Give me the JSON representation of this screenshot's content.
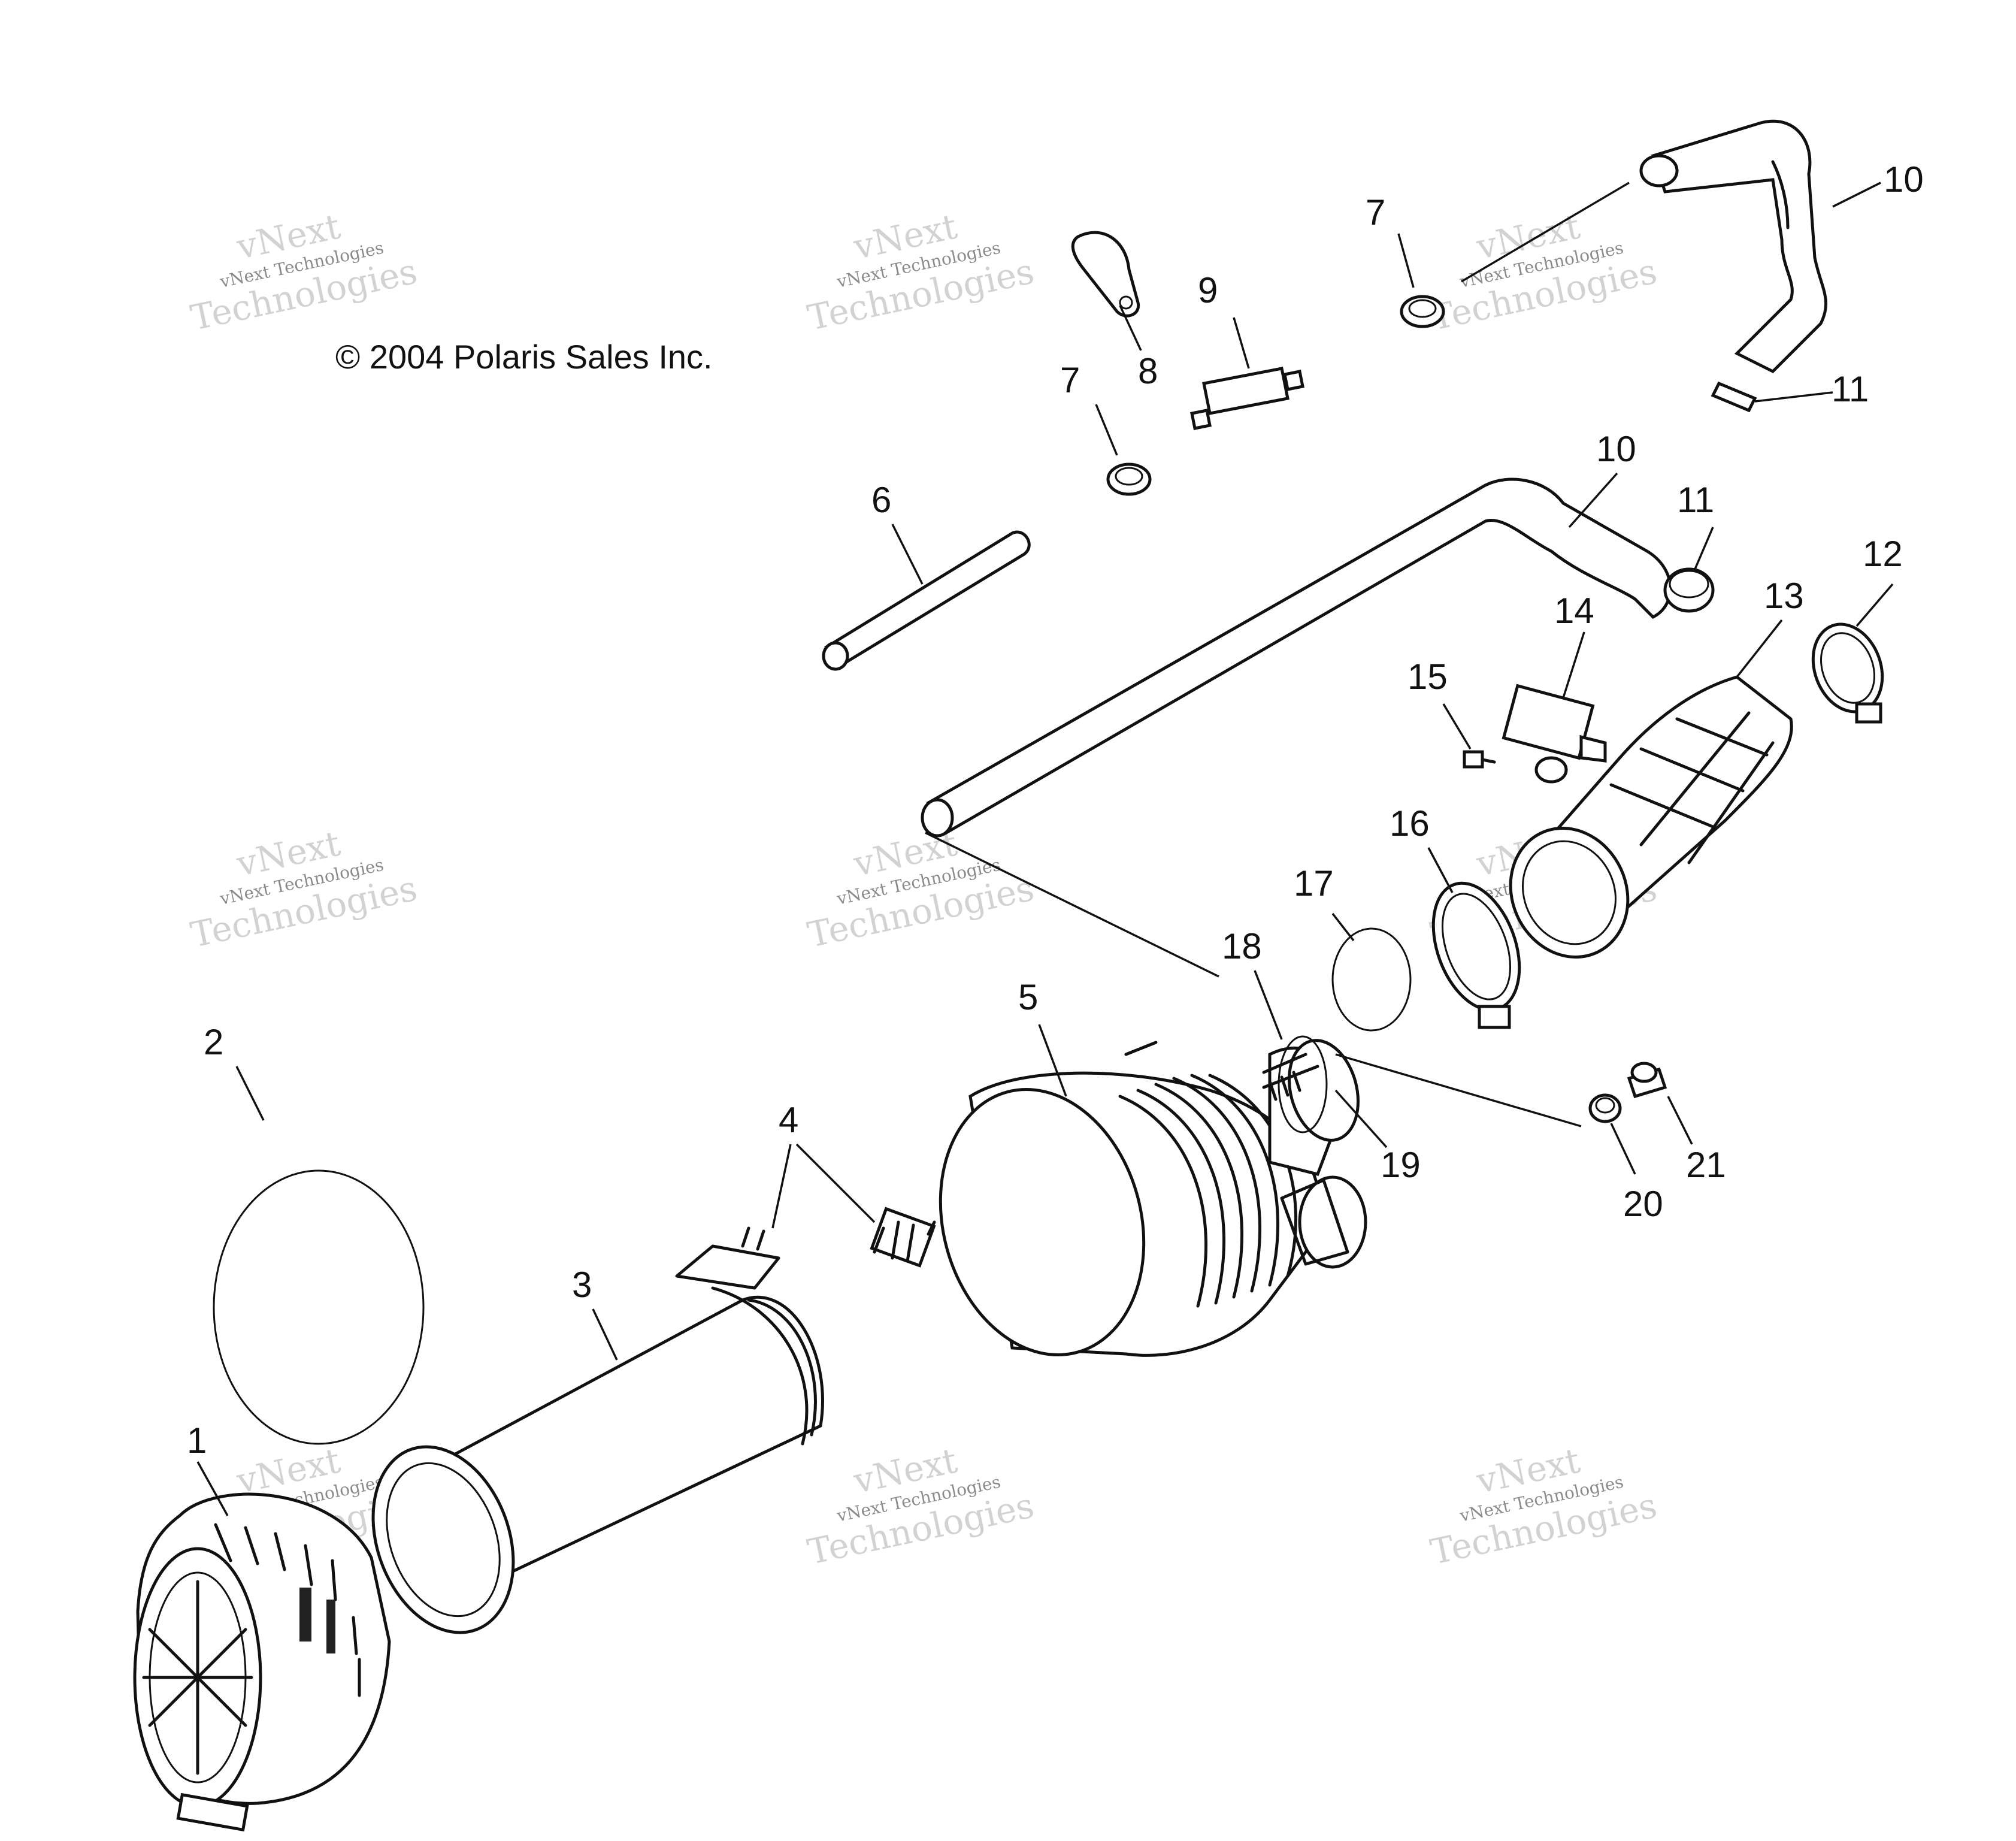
{
  "copyright": "© 2004 Polaris Sales Inc.",
  "watermark": {
    "brand": "vNext",
    "line_small": "vNext Technologies",
    "line_big": "Technologies"
  },
  "callouts": [
    "1",
    "2",
    "3",
    "4",
    "5",
    "6",
    "7",
    "7",
    "8",
    "9",
    "10",
    "10",
    "11",
    "11",
    "12",
    "13",
    "14",
    "15",
    "16",
    "17",
    "18",
    "19",
    "20",
    "21"
  ]
}
